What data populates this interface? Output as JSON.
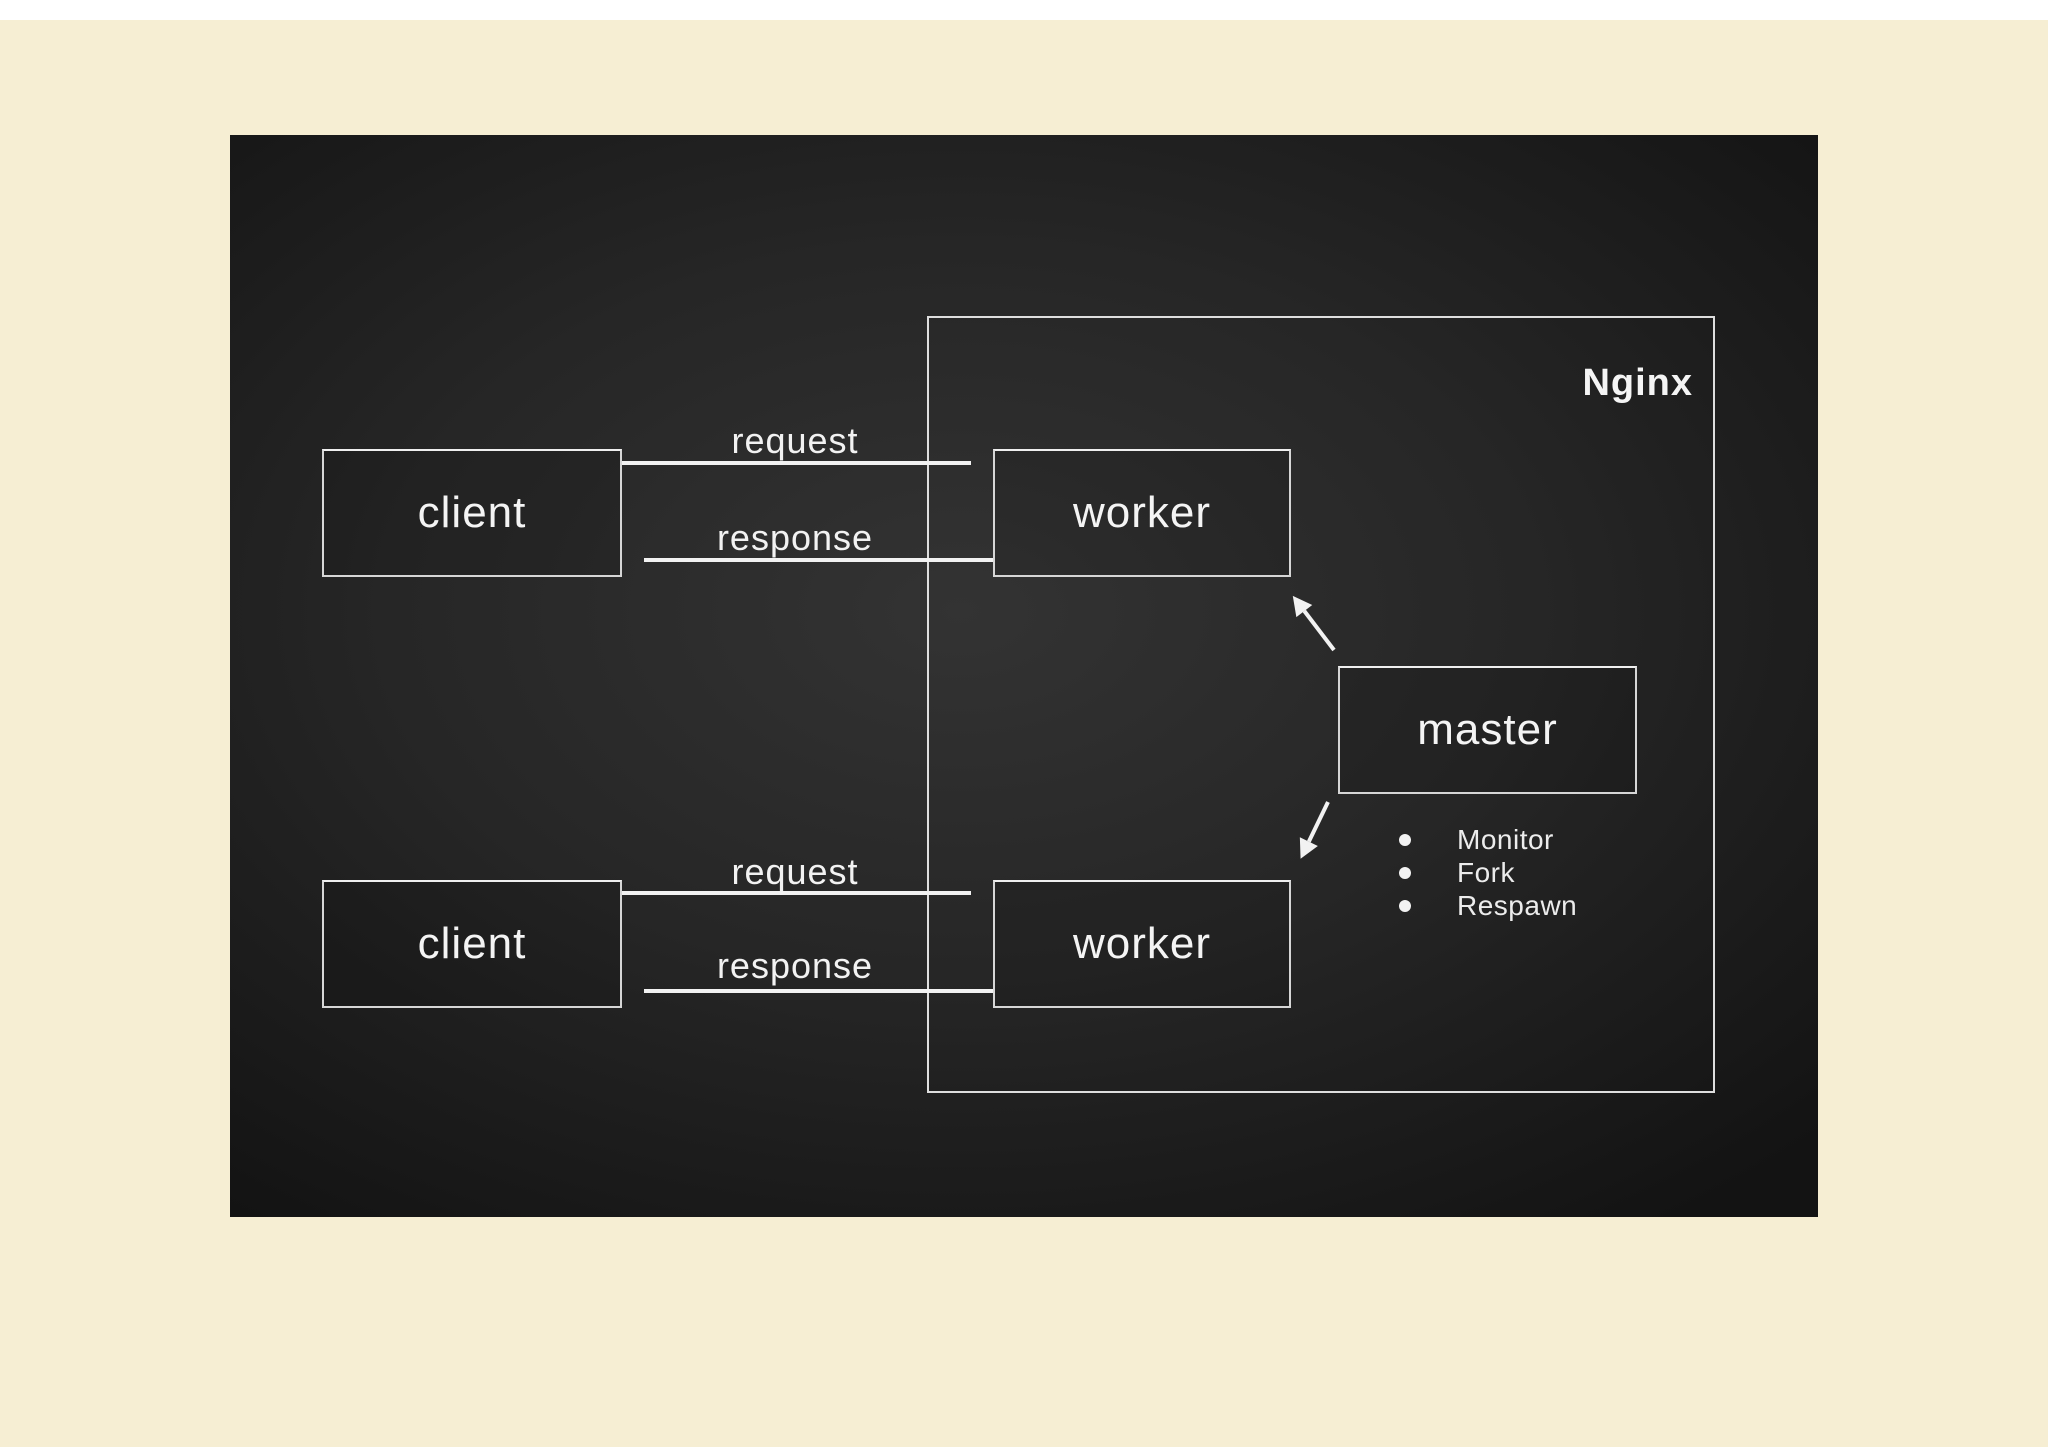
{
  "page": {
    "background_color": "#f6eed3",
    "top_strip_color": "#ffffff"
  },
  "slide": {
    "background_center_color": "#333333",
    "background_edge_color": "#131313",
    "box_border_color": "#d6d6d6",
    "text_color": "#f2f2f2",
    "nginx_label": "Nginx",
    "rows": [
      {
        "client": "client",
        "worker": "worker",
        "request": "request",
        "response": "response"
      },
      {
        "client": "client",
        "worker": "worker",
        "request": "request",
        "response": "response"
      }
    ],
    "master": {
      "label": "master",
      "functions": [
        "Monitor",
        "Fork",
        "Respawn"
      ]
    }
  }
}
